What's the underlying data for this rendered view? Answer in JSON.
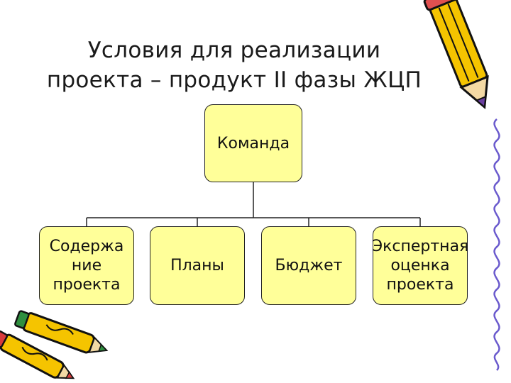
{
  "title": {
    "line1": "Условия для реализации",
    "line2": "проекта – продукт II фазы ЖЦП"
  },
  "diagram": {
    "root": {
      "label": "Команда"
    },
    "children": [
      {
        "lines": [
          "Содержа",
          "ние",
          "проекта"
        ]
      },
      {
        "lines": [
          "Планы"
        ]
      },
      {
        "lines": [
          "Бюджет"
        ]
      },
      {
        "lines": [
          "Экспертная",
          "оценка",
          "проекта"
        ]
      }
    ]
  },
  "colors": {
    "box_fill": "#ffff99",
    "box_border": "#222222",
    "connector": "#222222",
    "border_squiggle": "#6a5acd"
  },
  "icons": [
    "pencil-icon",
    "crayons-icon",
    "squiggle-border-decoration"
  ]
}
